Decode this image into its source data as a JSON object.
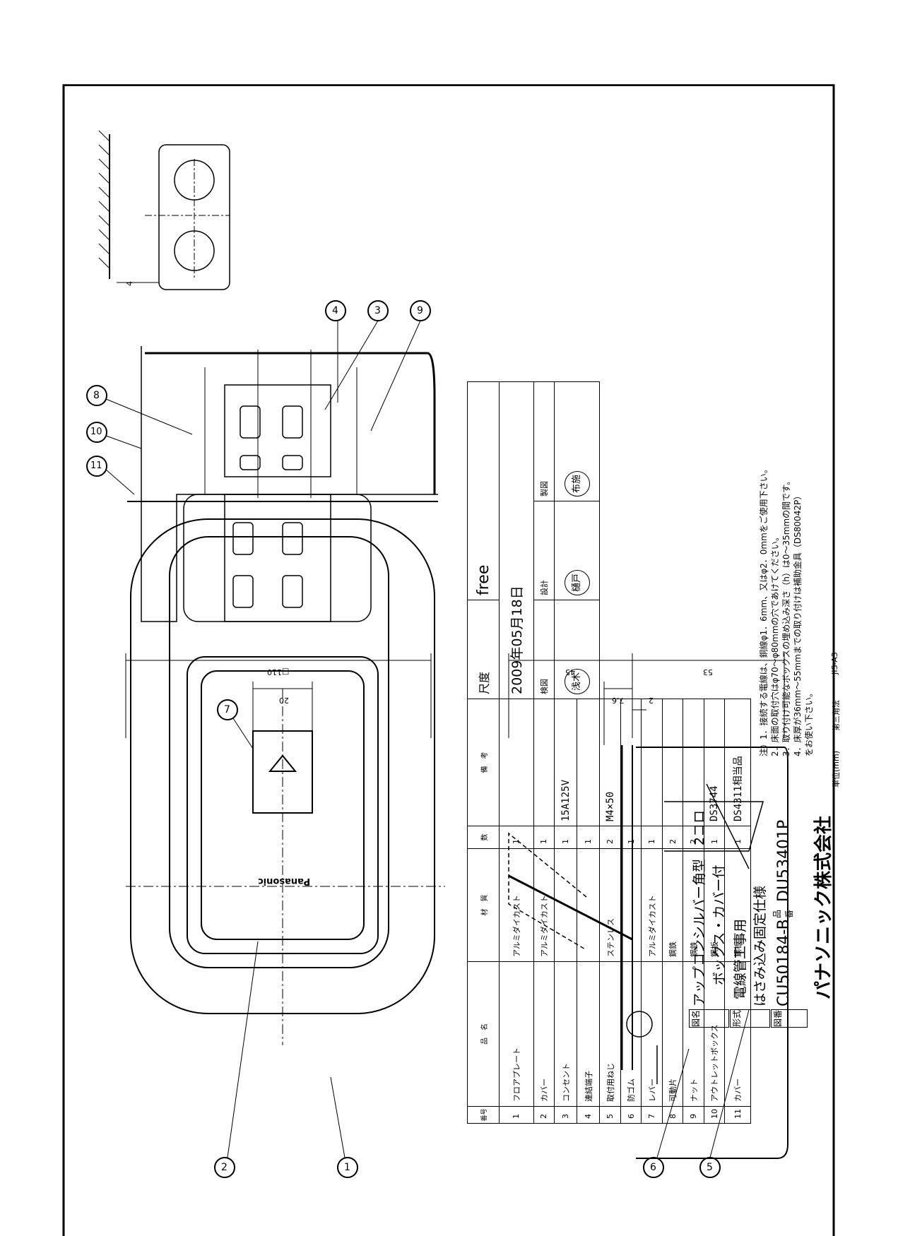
{
  "notes": [
    "注）1．接続する電線は、銅線φ1．6mm、又はφ2．0mmをご使用下さい。",
    "2．床面の取付穴はφ70～φ80mmの穴であけてください。",
    "3．取り付け可能なボックスの埋め込み深さ（h）は0～35mmの間です。",
    "4．床厚が36mm～55mmまでの取り付けは補助金具（DS80042P）",
    "をお使い下さい。"
  ],
  "parts_table": {
    "headers": {
      "no": "番号",
      "name": "品　名",
      "material": "材　質",
      "qty": "数",
      "note": "備　考"
    },
    "rows": [
      {
        "no": "11",
        "name": "カバー",
        "material": "鋼板",
        "qty": "1",
        "note": "DS4311相当品"
      },
      {
        "no": "10",
        "name": "アウトレットボックス",
        "material": "鋼板",
        "qty": "1",
        "note": "DS3744"
      },
      {
        "no": "9",
        "name": "ナット",
        "material": "鋼鉄",
        "qty": "2",
        "note": ""
      },
      {
        "no": "8",
        "name": "可動片",
        "material": "鋼鉄",
        "qty": "2",
        "note": ""
      },
      {
        "no": "7",
        "name": "レバー",
        "material": "アルミダイカスト",
        "qty": "1",
        "note": ""
      },
      {
        "no": "6",
        "name": "防ゴム",
        "material": "",
        "qty": "1",
        "note": ""
      },
      {
        "no": "5",
        "name": "取付用ねじ",
        "material": "ステンレス",
        "qty": "2",
        "note": "M4×50"
      },
      {
        "no": "4",
        "name": "連結端子",
        "material": "",
        "qty": "1",
        "note": ""
      },
      {
        "no": "3",
        "name": "コンセント",
        "material": "",
        "qty": "1",
        "note": "15A125V"
      },
      {
        "no": "2",
        "name": "カバー",
        "material": "アルミダイカスト",
        "qty": "1",
        "note": ""
      },
      {
        "no": "1",
        "name": "フロアプレート",
        "material": "アルミダイカスト",
        "qty": "1",
        "note": ""
      }
    ]
  },
  "title_block": {
    "zumei_label": "図名",
    "title_line1": "アップコンシルバー角型　2コロ",
    "title_line2": "ボックス・カバー付",
    "shaku_label": "尺度",
    "scale": "free",
    "keishiki_label": "形式",
    "type_line1": "電線管工事用",
    "type_line2": "はさみ込み固定仕様",
    "date": "2009年05月18日",
    "roles": [
      "検図",
      "設計",
      "製図"
    ],
    "seals": [
      "浅木",
      "樋戸",
      "布施"
    ],
    "zuban_label": "図番",
    "drawing_number": "CU50184-B",
    "hinban_label": "品番",
    "product_number": "DU53401P",
    "company": "パナソニック株式会社",
    "unit": "単位(mm)",
    "projection": "第三角法",
    "paper": "JIS-A3"
  },
  "dimensions": {
    "plate_width": "□110",
    "lever_width": "20",
    "height_upper": "45",
    "height_lower": "53",
    "plate_thk": "7.6",
    "gap": "2",
    "floor_offset": "4"
  },
  "brand_mark": "Panasonic",
  "balloons": [
    "1",
    "2",
    "3",
    "4",
    "5",
    "6",
    "7",
    "8",
    "9",
    "10",
    "11"
  ]
}
